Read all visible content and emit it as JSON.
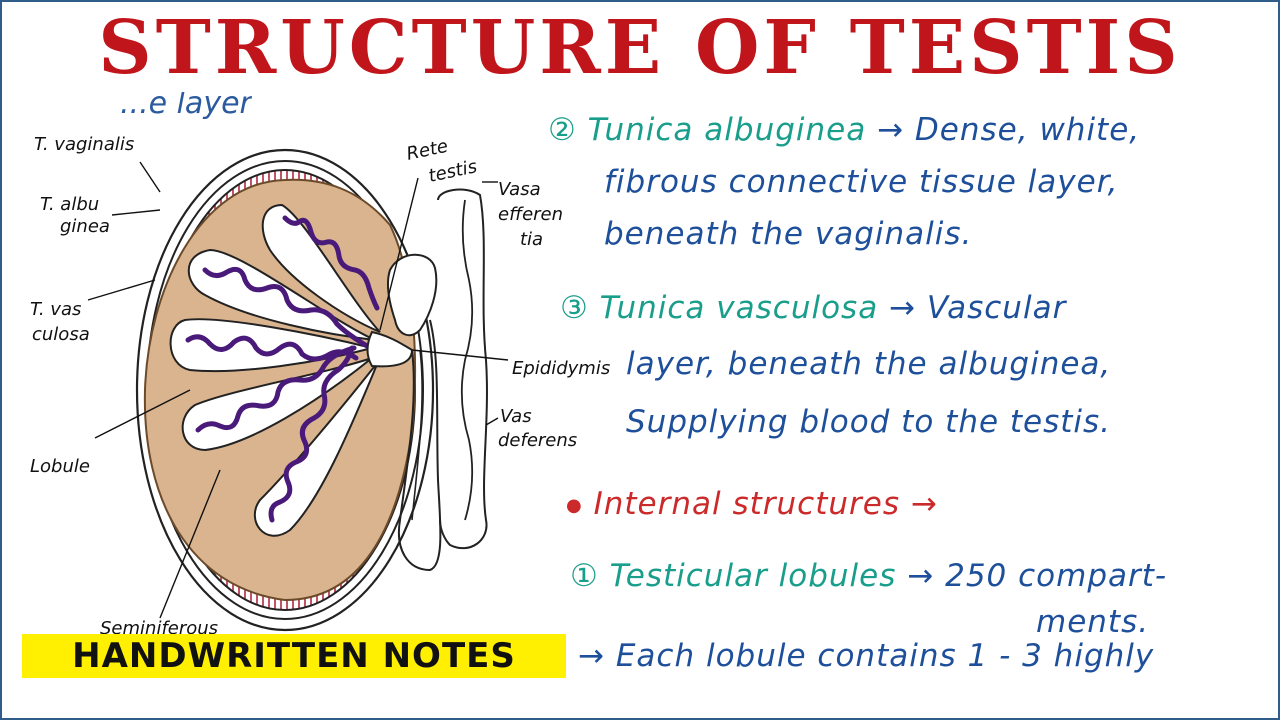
{
  "title": "STRUCTURE OF TESTIS",
  "cut_off_text": "...e layer",
  "diagram": {
    "labels": {
      "t_vaginalis": "T. vaginalis",
      "t_albuginea_1": "T. albu",
      "t_albuginea_2": "ginea",
      "t_vasculosa_1": "T. vas",
      "t_vasculosa_2": "culosa",
      "lobule": "Lobule",
      "rete_testis_1": "Rete",
      "rete_testis_2": "testis",
      "vasa_efferentia_1": "Vasa",
      "vasa_efferentia_2": "efferen",
      "vasa_efferentia_3": "tia",
      "epididymis": "Epididymis",
      "vas_deferens_1": "Vas",
      "vas_deferens_2": "deferens",
      "seminiferous": "Seminiferous"
    }
  },
  "notes": {
    "tunica_albuginea": {
      "number": "②",
      "heading": "Tunica albuginea",
      "arrow": "→",
      "line1": "Dense, white,",
      "line2": "fibrous connective tissue layer,",
      "line3": "beneath the vaginalis."
    },
    "tunica_vasculosa": {
      "number": "③",
      "heading": "Tunica vasculosa",
      "arrow": "→",
      "line1": "Vascular",
      "line2": "layer, beneath the albuginea,",
      "line3": "Supplying blood to the testis."
    },
    "internal": {
      "bullet": "●",
      "heading": "Internal structures",
      "arrow": "→"
    },
    "lobules": {
      "number": "①",
      "heading": "Testicular lobules",
      "arrow": "→",
      "line1": "250 compart-",
      "line2": "ments.",
      "line3_arrow": "→",
      "line3": "Each lobule contains 1 - 3 highly"
    }
  },
  "badge": "HANDWRITTEN NOTES",
  "colors": {
    "title": "#c0151b",
    "teal": "#1a9e8c",
    "blue": "#1d4f9a",
    "red": "#cc2a2a",
    "badge_bg": "#ffef00",
    "tissue": "#d9b48f",
    "tubule": "#4a1a7a",
    "border_stripes": "#b3263e"
  }
}
